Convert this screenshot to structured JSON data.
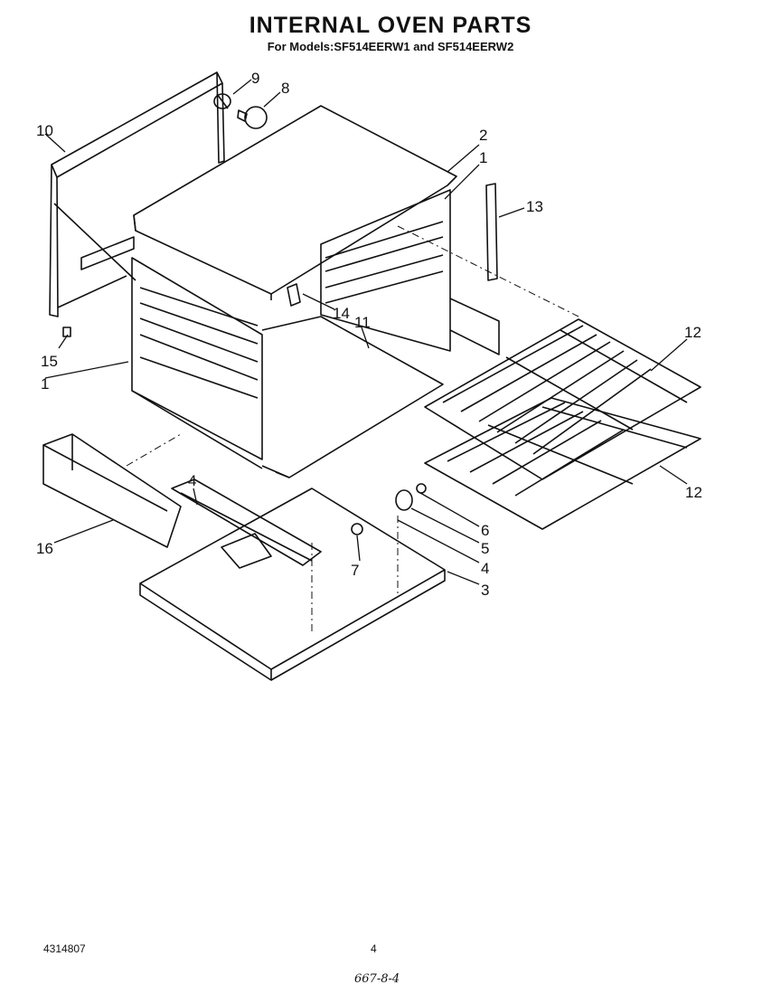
{
  "header": {
    "title": "INTERNAL OVEN PARTS",
    "subtitle": "For Models:SF514EERW1 and SF514EERW2"
  },
  "callouts": [
    "1",
    "1",
    "2",
    "3",
    "4",
    "4",
    "5",
    "6",
    "7",
    "8",
    "9",
    "10",
    "11",
    "12",
    "12",
    "13",
    "14",
    "15",
    "16"
  ],
  "footer": {
    "doc_number": "4314807",
    "page_number": "4",
    "handwritten": "667-8-4"
  }
}
